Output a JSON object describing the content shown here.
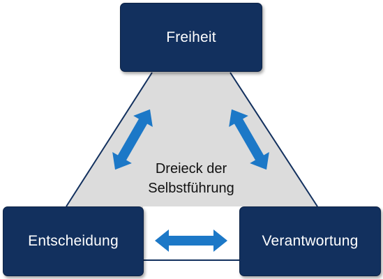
{
  "nodes": {
    "top": "Freiheit",
    "left": "Entscheidung",
    "right": "Verantwortung"
  },
  "center": {
    "line1": "Dreieck der",
    "line2": "Selbstführung"
  },
  "colors": {
    "node_fill": "#12305e",
    "triangle_fill": "#dcdcdc",
    "triangle_stroke": "#12305e",
    "arrow": "#1c78c7"
  }
}
